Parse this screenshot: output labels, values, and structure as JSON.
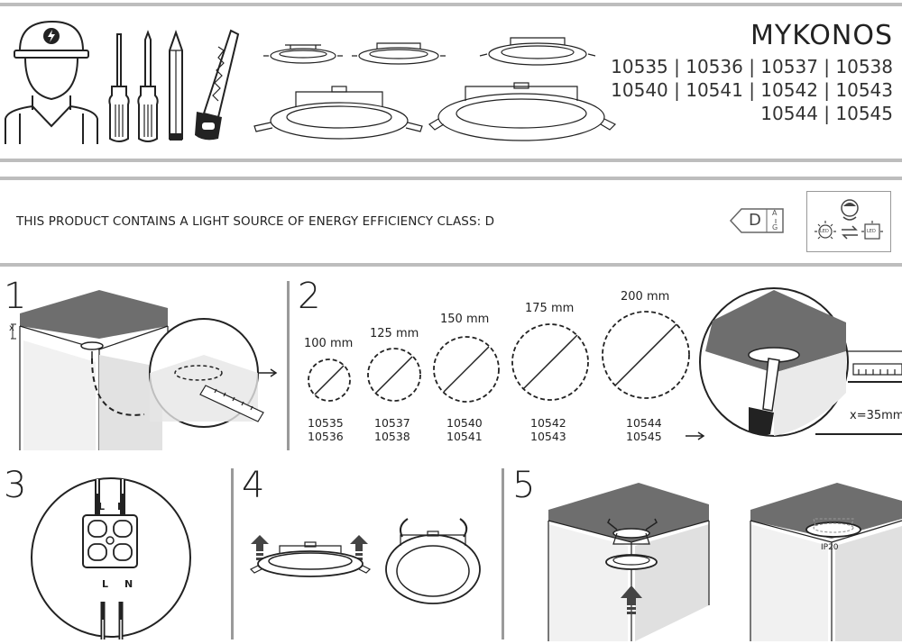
{
  "header": {
    "product_name": "MYKONOS",
    "code_lines": [
      "10535 | 10536 | 10537 | 10538",
      "10540 | 10541 | 10542 | 10543",
      "10544 | 10545"
    ],
    "icons": [
      "electrician-icon",
      "flat-screwdriver-icon",
      "phillips-screwdriver-icon",
      "pencil-icon",
      "saw-icon",
      "downlight-icon"
    ]
  },
  "energy": {
    "statement": "THIS PRODUCT CONTAINS A LIGHT SOURCE OF ENERGY EFFICIENCY CLASS: D",
    "class_letter": "D",
    "scale_top": "A",
    "scale_bottom": "G",
    "led_label": "LED"
  },
  "steps": {
    "step1": {
      "number": "1",
      "x_label": "x"
    },
    "step2": {
      "number": "2",
      "sizes": [
        {
          "diameter": "100 mm",
          "codes": [
            "10535",
            "10536"
          ]
        },
        {
          "diameter": "125 mm",
          "codes": [
            "10537",
            "10538"
          ]
        },
        {
          "diameter": "150 mm",
          "codes": [
            "10540",
            "10541"
          ]
        },
        {
          "diameter": "175 mm",
          "codes": [
            "10542",
            "10543"
          ]
        },
        {
          "diameter": "200 mm",
          "codes": [
            "10544",
            "10545"
          ]
        }
      ],
      "depth_label": "x=35mm"
    },
    "step3": {
      "number": "3",
      "live_label": "L",
      "neutral_label": "N"
    },
    "step4": {
      "number": "4"
    },
    "step5": {
      "number": "5",
      "ip_label": "IP20"
    }
  }
}
